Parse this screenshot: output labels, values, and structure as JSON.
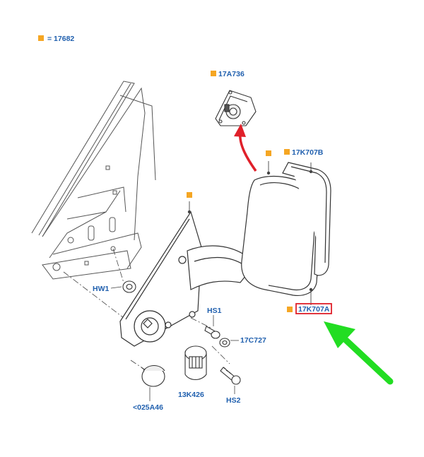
{
  "legend": {
    "marker_color": "#f5a623",
    "text": "= 17682"
  },
  "parts": {
    "mirror_motor": "17A736",
    "mirror_glass": "17K707B",
    "mirror_assembly": "17K707A",
    "washer": "HW1",
    "screw_top": "HS1",
    "nut": "17C727",
    "connector": "13K426",
    "screw_bottom": "HS2",
    "side_lamp": "<025A46"
  },
  "colors": {
    "label": "#1f5fae",
    "marker": "#f5a623",
    "highlight_box": "#e0202a",
    "red_arrow": "#e0202a",
    "green_arrow": "#22dd22",
    "line": "#333333"
  }
}
